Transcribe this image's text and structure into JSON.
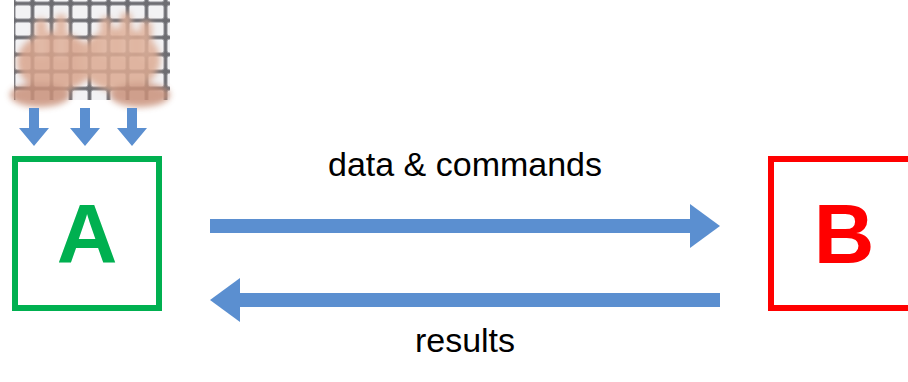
{
  "diagram": {
    "nodes": [
      {
        "text": [
          "A"
        ]
      },
      {
        "text": [
          "B"
        ]
      }
    ],
    "edges": [
      {
        "from": 0,
        "to": 1,
        "label": "data & commands",
        "arrow": "to"
      },
      {
        "from": 1,
        "to": 0,
        "label": "results",
        "arrow": "to"
      }
    ]
  }
}
